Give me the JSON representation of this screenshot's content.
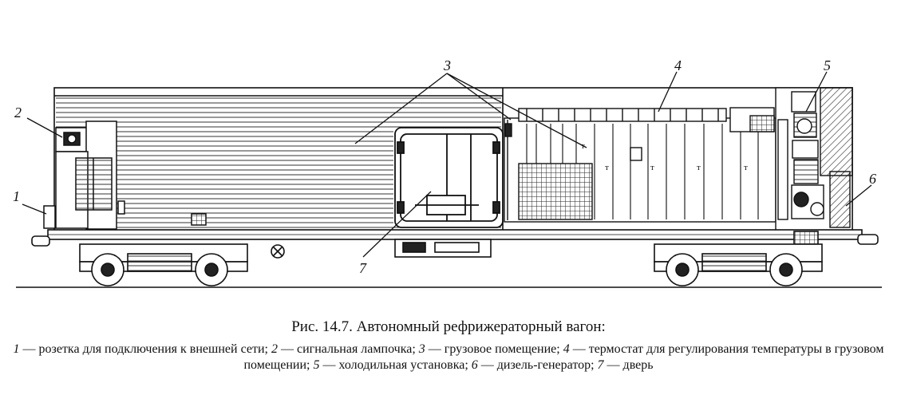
{
  "figure": {
    "callouts": [
      {
        "id": "1",
        "text": "1"
      },
      {
        "id": "2",
        "text": "2"
      },
      {
        "id": "3",
        "text": "3"
      },
      {
        "id": "4",
        "text": "4"
      },
      {
        "id": "5",
        "text": "5"
      },
      {
        "id": "6",
        "text": "6"
      },
      {
        "id": "7",
        "text": "7"
      }
    ],
    "thermostat_markers": [
      "т",
      "т",
      "т",
      "т",
      "т"
    ]
  },
  "caption": {
    "title": "Рис. 14.7. Автономный рефрижераторный вагон:",
    "legend": [
      {
        "num": "1",
        "text": " — розетка для подключения к внешней сети; "
      },
      {
        "num": "2",
        "text": " — сигнальная лампочка; "
      },
      {
        "num": "3",
        "text": " — грузовое помещение; "
      },
      {
        "num": "4",
        "text": " — термостат для регулирования температуры в грузовом помещении; "
      },
      {
        "num": "5",
        "text": " — холодильная установка; "
      },
      {
        "num": "6",
        "text": " — дизель-генератор; "
      },
      {
        "num": "7",
        "text": " — дверь"
      }
    ]
  }
}
